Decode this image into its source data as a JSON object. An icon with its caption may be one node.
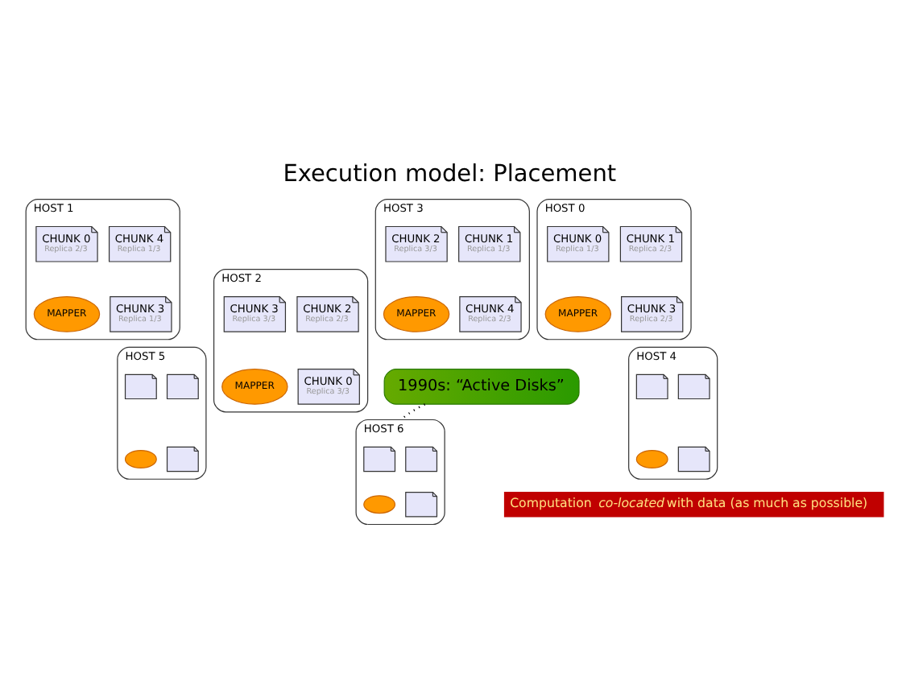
{
  "diagram": {
    "title": "Execution model: Placement",
    "caption": "Computation *co-located* with data (as much as possible)",
    "nodes": [
      {
        "text": [
          "HOST 1"
        ]
      },
      {
        "text": [
          "CHUNK 0",
          "Replica 2/3"
        ],
        "in": 0
      },
      {
        "text": [
          "CHUNK 4",
          "Replica 1/3"
        ],
        "in": 0
      },
      {
        "text": [
          "MAPPER"
        ],
        "in": 0
      },
      {
        "text": [
          "CHUNK 3",
          "Replica 1/3"
        ],
        "in": 0
      },
      {
        "text": [
          "HOST 2"
        ]
      },
      {
        "text": [
          "CHUNK 3",
          "Replica 3/3"
        ],
        "in": 5
      },
      {
        "text": [
          "CHUNK 2",
          "Replica 2/3"
        ],
        "in": 5
      },
      {
        "text": [
          "MAPPER"
        ],
        "in": 5
      },
      {
        "text": [
          "CHUNK 0",
          "Replica 3/3"
        ],
        "in": 5
      },
      {
        "text": [
          "HOST 0"
        ]
      },
      {
        "text": [
          "CHUNK 0",
          "Replica 1/3"
        ],
        "in": 10
      },
      {
        "text": [
          "CHUNK 1",
          "Replica 2/3"
        ],
        "in": 10
      },
      {
        "text": [
          "MAPPER"
        ],
        "in": 10
      },
      {
        "text": [
          "CHUNK 3",
          "Replica 2/3"
        ],
        "in": 10
      },
      {
        "text": [
          "HOST 3"
        ]
      },
      {
        "text": [
          "CHUNK 2",
          "Replica 3/3"
        ],
        "in": 15
      },
      {
        "text": [
          "CHUNK 1",
          "Replica 1/3"
        ],
        "in": 15
      },
      {
        "text": [
          "MAPPER"
        ],
        "in": 15
      },
      {
        "text": [
          "CHUNK 4",
          "Replica 2/3"
        ],
        "in": 15
      },
      {
        "text": [
          "HOST 5"
        ]
      },
      {
        "text": [],
        "shape": "box",
        "in": 20
      },
      {
        "text": [],
        "shape": "box",
        "in": 20
      },
      {
        "text": [],
        "shape": "ellipse",
        "in": 20
      },
      {
        "text": [],
        "shape": "box",
        "in": 20
      },
      {
        "text": [
          "HOST 6"
        ]
      },
      {
        "text": [],
        "shape": "box",
        "in": 25
      },
      {
        "text": [],
        "shape": "box",
        "in": 25
      },
      {
        "text": [],
        "shape": "ellipse",
        "in": 25
      },
      {
        "text": [],
        "shape": "box",
        "in": 25
      },
      {
        "text": [
          "HOST 4"
        ]
      },
      {
        "text": [],
        "shape": "box",
        "in": 30
      },
      {
        "text": [],
        "shape": "box",
        "in": 30
      },
      {
        "text": [],
        "shape": "ellipse",
        "in": 30
      },
      {
        "text": [],
        "shape": "box",
        "in": 30
      },
      {
        "text": [
          "1990s: “Active Disks”"
        ]
      }
    ],
    "edges": [
      {
        "from": 35,
        "to": 25,
        "arrow": "none",
        "style": "dashed"
      }
    ]
  }
}
